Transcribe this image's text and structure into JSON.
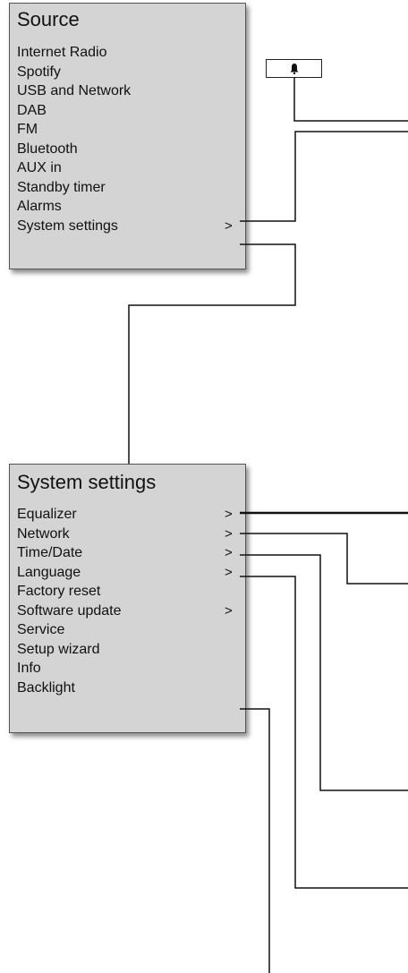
{
  "source_menu": {
    "title": "Source",
    "items": [
      {
        "label": "Internet Radio",
        "arrow": ""
      },
      {
        "label": "Spotify",
        "arrow": ""
      },
      {
        "label": "USB and Network",
        "arrow": ""
      },
      {
        "label": "DAB",
        "arrow": ""
      },
      {
        "label": "FM",
        "arrow": ""
      },
      {
        "label": "Bluetooth",
        "arrow": ""
      },
      {
        "label": "AUX in",
        "arrow": ""
      },
      {
        "label": "Standby timer",
        "arrow": ""
      },
      {
        "label": "Alarms",
        "arrow": ""
      },
      {
        "label": "System settings",
        "arrow": ">"
      }
    ]
  },
  "system_menu": {
    "title": "System settings",
    "items": [
      {
        "label": "Equalizer",
        "arrow": ">"
      },
      {
        "label": "Network",
        "arrow": ">"
      },
      {
        "label": "Time/Date",
        "arrow": ">"
      },
      {
        "label": "Language",
        "arrow": ">"
      },
      {
        "label": "Factory reset",
        "arrow": ""
      },
      {
        "label": "Software update",
        "arrow": ">"
      },
      {
        "label": "Service",
        "arrow": ""
      },
      {
        "label": "Setup wizard",
        "arrow": ""
      },
      {
        "label": "Info",
        "arrow": ""
      },
      {
        "label": "Backlight",
        "arrow": ""
      }
    ]
  },
  "alarm_icon": {
    "icon": "bell-icon"
  },
  "colors": {
    "menu_background": "#d4d4d4",
    "menu_border": "#555555",
    "line": "#111111",
    "text": "#111111"
  }
}
